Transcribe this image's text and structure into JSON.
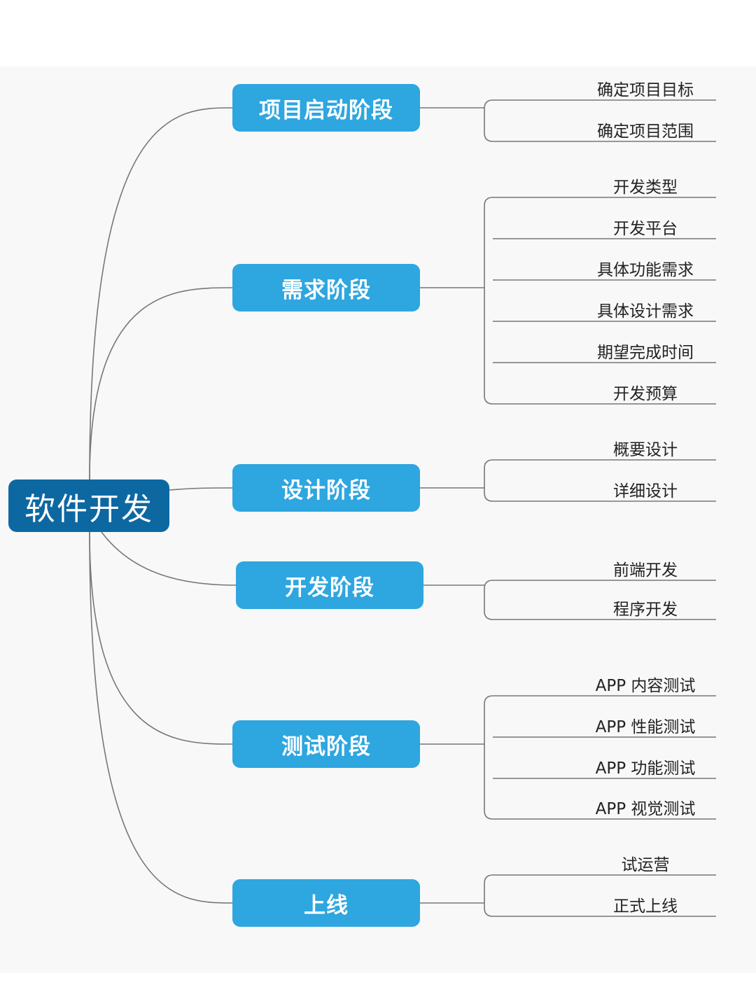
{
  "root": {
    "label": "软件开发"
  },
  "colors": {
    "root": "#0d68a2",
    "branch": "#2ea6df",
    "line": "#777777"
  },
  "branches": [
    {
      "label": "项目启动阶段",
      "leaves": [
        "确定项目目标",
        "确定项目范围"
      ]
    },
    {
      "label": "需求阶段",
      "leaves": [
        "开发类型",
        "开发平台",
        "具体功能需求",
        "具体设计需求",
        "期望完成时间",
        "开发预算"
      ]
    },
    {
      "label": "设计阶段",
      "leaves": [
        "概要设计",
        "详细设计"
      ]
    },
    {
      "label": "开发阶段",
      "leaves": [
        "前端开发",
        "程序开发"
      ]
    },
    {
      "label": "测试阶段",
      "leaves": [
        "APP 内容测试",
        "APP 性能测试",
        "APP 功能测试",
        "APP 视觉测试"
      ]
    },
    {
      "label": "上线",
      "leaves": [
        "试运营",
        "正式上线"
      ]
    }
  ]
}
